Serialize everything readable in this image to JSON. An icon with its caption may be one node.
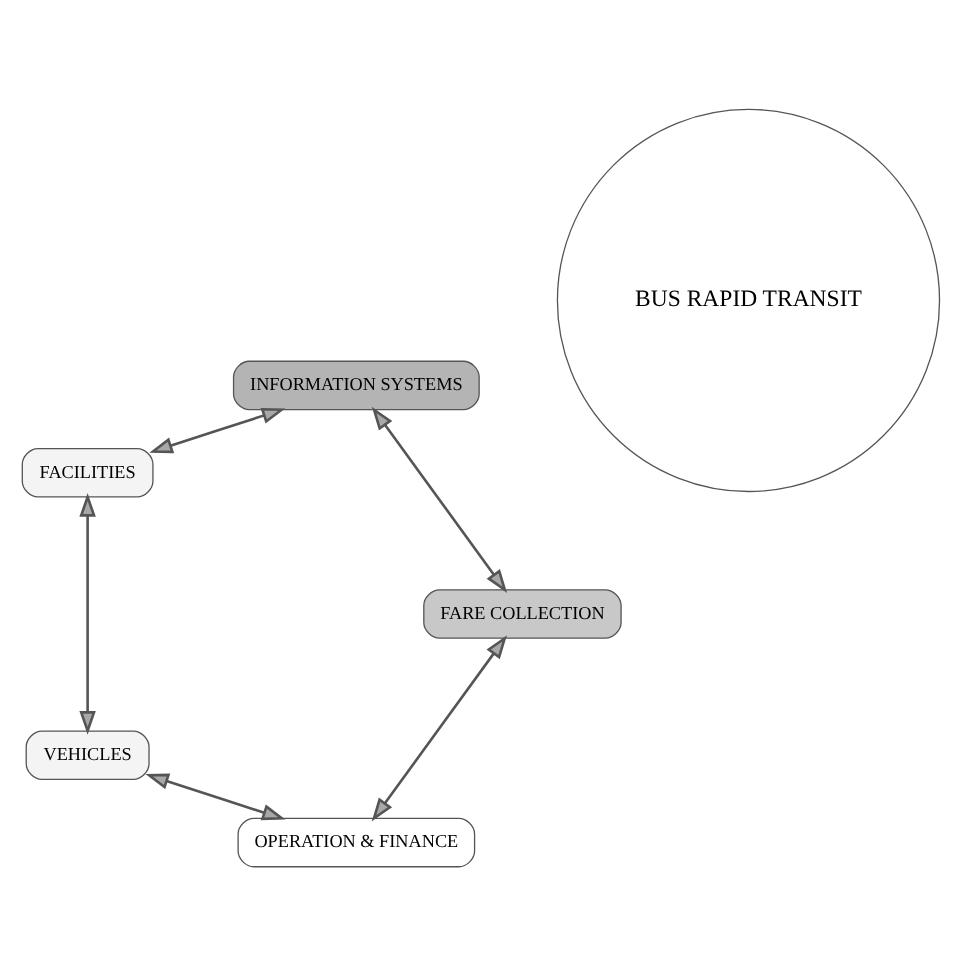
{
  "diagram": {
    "nodes": [
      {
        "text": [
          "BUS RAPID TRANSIT"
        ]
      },
      {
        "text": [
          "OPERATION & FINANCE"
        ]
      },
      {
        "text": [
          "VEHICLES"
        ]
      },
      {
        "text": [
          "FACILITIES"
        ]
      },
      {
        "text": [
          "INFORMATION SYSTEMS"
        ]
      },
      {
        "text": [
          "FARE COLLECTION"
        ]
      }
    ],
    "edges": [
      {
        "from": 1,
        "to": 2,
        "arrow": "both"
      },
      {
        "from": 2,
        "to": 3,
        "arrow": "both"
      },
      {
        "from": 3,
        "to": 4,
        "arrow": "both"
      },
      {
        "from": 4,
        "to": 5,
        "arrow": "both"
      },
      {
        "from": 5,
        "to": 1,
        "arrow": "both"
      }
    ]
  }
}
